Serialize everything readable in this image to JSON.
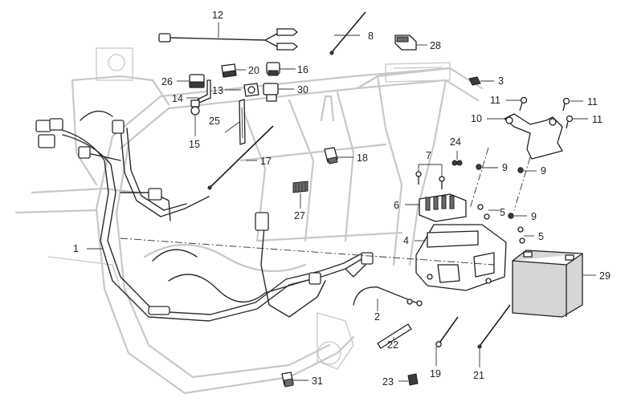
{
  "callouts": [
    {
      "id": "c1",
      "text": "1"
    },
    {
      "id": "c2",
      "text": "2"
    },
    {
      "id": "c3",
      "text": "3"
    },
    {
      "id": "c4",
      "text": "4"
    },
    {
      "id": "c5a",
      "text": "5"
    },
    {
      "id": "c5b",
      "text": "5"
    },
    {
      "id": "c6",
      "text": "6"
    },
    {
      "id": "c7",
      "text": "7"
    },
    {
      "id": "c8",
      "text": "8"
    },
    {
      "id": "c9a",
      "text": "9"
    },
    {
      "id": "c9b",
      "text": "9"
    },
    {
      "id": "c9c",
      "text": "9"
    },
    {
      "id": "c10",
      "text": "10"
    },
    {
      "id": "c11a",
      "text": "11"
    },
    {
      "id": "c11b",
      "text": "11"
    },
    {
      "id": "c11c",
      "text": "11"
    },
    {
      "id": "c12",
      "text": "12"
    },
    {
      "id": "c13",
      "text": "13"
    },
    {
      "id": "c14",
      "text": "14"
    },
    {
      "id": "c15",
      "text": "15"
    },
    {
      "id": "c16",
      "text": "16"
    },
    {
      "id": "c17",
      "text": "17"
    },
    {
      "id": "c18",
      "text": "18"
    },
    {
      "id": "c19",
      "text": "19"
    },
    {
      "id": "c20",
      "text": "20"
    },
    {
      "id": "c21",
      "text": "21"
    },
    {
      "id": "c22",
      "text": "22"
    },
    {
      "id": "c23",
      "text": "23"
    },
    {
      "id": "c24",
      "text": "24"
    },
    {
      "id": "c25",
      "text": "25"
    },
    {
      "id": "c26",
      "text": "26"
    },
    {
      "id": "c27",
      "text": "27"
    },
    {
      "id": "c28",
      "text": "28"
    },
    {
      "id": "c29",
      "text": "29"
    },
    {
      "id": "c30",
      "text": "30"
    },
    {
      "id": "c31",
      "text": "31"
    }
  ]
}
